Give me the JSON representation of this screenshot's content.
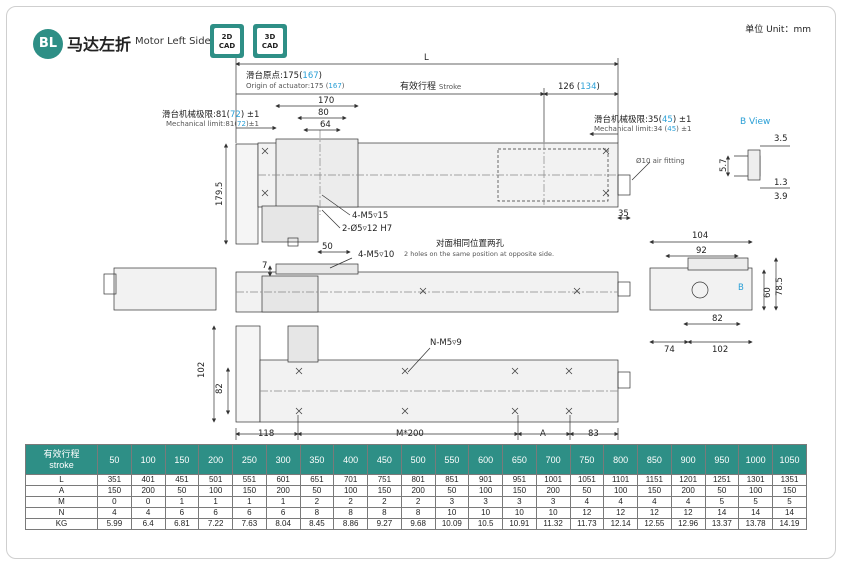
{
  "header": {
    "badge": "BL",
    "title_cn": "马达左折",
    "title_en": "Motor Left Side",
    "cad_2d_line1": "2D",
    "cad_2d_line2": "CAD",
    "cad_3d_line1": "3D",
    "cad_3d_line2": "CAD",
    "unit": "单位 Unit：mm"
  },
  "drawing": {
    "total_length": "L",
    "origin_cn": "滑台原点:175(",
    "origin_val": "167",
    "origin_en": "Origin of actuator:175 (",
    "origin_en_val": "167",
    "close_paren": ")",
    "stroke_cn": "有效行程",
    "stroke_en": "Stroke",
    "right_dim": "126 (",
    "right_dim_val": "134",
    "dim_170": "170",
    "dim_80": "80",
    "dim_64": "64",
    "mech_left_cn": "滑台机械极限:81(",
    "mech_left_val": "72",
    "mech_left_tol": ") ±1",
    "mech_left_en": "Mechanical limit:81(",
    "mech_left_en_val": "72",
    "mech_left_en_tol": ")±1",
    "mech_right_cn": "滑台机械极限:35(",
    "mech_right_val": "45",
    "mech_right_tol": ") ±1",
    "mech_right_en": "Mechanical limit:34 (",
    "mech_right_en_val": "45",
    "mech_right_en_tol": ") ±1",
    "air_fitting": "Ø10 air fitting",
    "dim_179_5": "179.5",
    "hole_4m5": "4-M5▿15",
    "hole_2o5": "2-Ø5▿12 H7",
    "dim_35": "35",
    "dim_50": "50",
    "hole_4m5_10": "4-M5▿10",
    "opposite_cn": "对面相同位置两孔",
    "opposite_en": "2 holes on the same position at opposite side.",
    "dim_7": "7",
    "hole_nm5": "N-M5▿9",
    "dim_102_v": "102",
    "dim_82_v": "82",
    "dim_118": "118",
    "dim_m200": "M*200",
    "dim_a": "A",
    "dim_83": "83",
    "b_view": "B View",
    "dim_3_5": "3.5",
    "dim_5_7": "5.7",
    "dim_1_3": "1.3",
    "dim_3_9": "3.9",
    "dim_104": "104",
    "dim_92": "92",
    "dim_82_h": "82",
    "dim_60": "60",
    "dim_78_5": "78.5",
    "dim_74": "74",
    "dim_102_h": "102",
    "b_label": "B",
    "accent_color": "#2a9fd6"
  },
  "table": {
    "head_cn": "有效行程",
    "head_en": "stroke",
    "strokes": [
      "50",
      "100",
      "150",
      "200",
      "250",
      "300",
      "350",
      "400",
      "450",
      "500",
      "550",
      "600",
      "650",
      "700",
      "750",
      "800",
      "850",
      "900",
      "950",
      "1000",
      "1050"
    ],
    "rows": [
      {
        "label": "L",
        "values": [
          "351",
          "401",
          "451",
          "501",
          "551",
          "601",
          "651",
          "701",
          "751",
          "801",
          "851",
          "901",
          "951",
          "1001",
          "1051",
          "1101",
          "1151",
          "1201",
          "1251",
          "1301",
          "1351"
        ]
      },
      {
        "label": "A",
        "values": [
          "150",
          "200",
          "50",
          "100",
          "150",
          "200",
          "50",
          "100",
          "150",
          "200",
          "50",
          "100",
          "150",
          "200",
          "50",
          "100",
          "150",
          "200",
          "50",
          "100",
          "150"
        ]
      },
      {
        "label": "M",
        "values": [
          "0",
          "0",
          "1",
          "1",
          "1",
          "1",
          "2",
          "2",
          "2",
          "2",
          "3",
          "3",
          "3",
          "3",
          "4",
          "4",
          "4",
          "4",
          "5",
          "5",
          "5"
        ]
      },
      {
        "label": "N",
        "values": [
          "4",
          "4",
          "6",
          "6",
          "6",
          "6",
          "8",
          "8",
          "8",
          "8",
          "10",
          "10",
          "10",
          "10",
          "12",
          "12",
          "12",
          "12",
          "14",
          "14",
          "14"
        ]
      },
      {
        "label": "KG",
        "values": [
          "5.99",
          "6.4",
          "6.81",
          "7.22",
          "7.63",
          "8.04",
          "8.45",
          "8.86",
          "9.27",
          "9.68",
          "10.09",
          "10.5",
          "10.91",
          "11.32",
          "11.73",
          "12.14",
          "12.55",
          "12.96",
          "13.37",
          "13.78",
          "14.19"
        ]
      }
    ]
  }
}
